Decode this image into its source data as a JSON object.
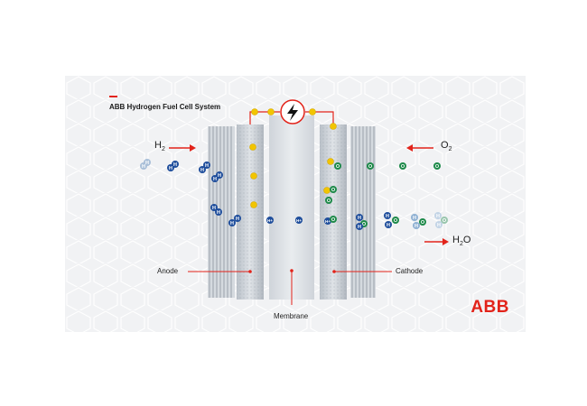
{
  "title": "ABB Hydrogen Fuel Cell System",
  "labels": {
    "anode": "Anode",
    "cathode": "Cathode",
    "membrane": "Membrane"
  },
  "inputs": {
    "hydrogen": {
      "base": "H",
      "sub": "2"
    },
    "oxygen": {
      "base": "O",
      "sub": "2"
    },
    "water": {
      "base": "H",
      "sub": "2",
      "tail": "O"
    }
  },
  "molecule_letters": {
    "hydrogen": "H",
    "proton": "H+",
    "oxygen": "O"
  },
  "logo": "ABB",
  "icons": [
    "lightning-bolt-icon",
    "arrow-right-icon"
  ],
  "colors": {
    "accent": "#e2231a",
    "hydrogen": "#1f4e9c",
    "oxygen": "#1e8a4a",
    "electron": "#f2c500",
    "plate": "#c9cfd6"
  }
}
